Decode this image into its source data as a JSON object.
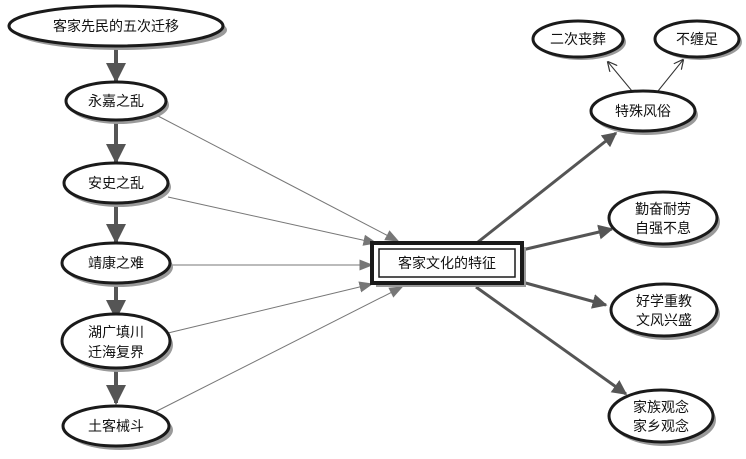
{
  "colors": {
    "ellipse_fill": "#ffffff",
    "ellipse_stroke": "#1a1a1a",
    "shadow": "#9a9a9a",
    "thick_arrow": "#555555",
    "thin_arrow": "#777777",
    "text": "#111111"
  },
  "nodes": {
    "top": "客家先民的五次迁移",
    "yongjia": "永嘉之乱",
    "anshi": "安史之乱",
    "jingkang": "靖康之难",
    "huguang": [
      "湖广填川",
      "迁海复界"
    ],
    "tuke": "土客械斗",
    "center": "客家文化的特征",
    "teshu": "特殊风俗",
    "erci": "二次丧葬",
    "buchan": "不缠足",
    "qinfen": [
      "勤奋耐劳",
      "自强不息"
    ],
    "haoxue": [
      "好学重教",
      "文风兴盛"
    ],
    "jiazu": [
      "家族观念",
      "家乡观念"
    ]
  }
}
